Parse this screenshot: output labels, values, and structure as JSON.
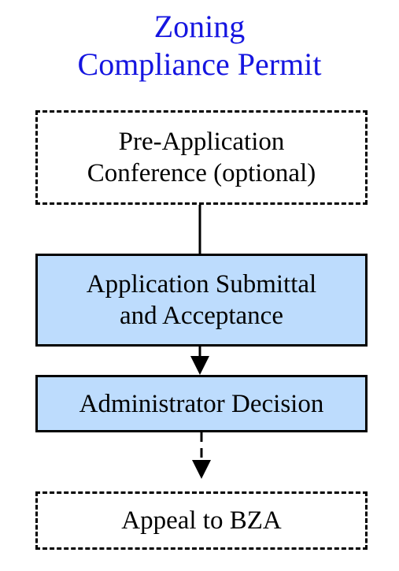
{
  "title": {
    "line1": "Zoning",
    "line2": "Compliance Permit",
    "color": "#1515e0"
  },
  "steps": [
    {
      "line1": "Pre-Application",
      "line2": "Conference (optional)",
      "style": "dashed",
      "fill": "#ffffff"
    },
    {
      "line1": "Application Submittal",
      "line2": "and Acceptance",
      "style": "solid",
      "fill": "#bddcfd"
    },
    {
      "line1": "Administrator Decision",
      "style": "solid",
      "fill": "#bddcfd"
    },
    {
      "line1": "Appeal to BZA",
      "style": "dashed",
      "fill": "#ffffff"
    }
  ],
  "connectors": [
    {
      "from": "pre-application-conference",
      "to": "application-submittal",
      "line": "solid",
      "arrow": false
    },
    {
      "from": "application-submittal",
      "to": "administrator-decision",
      "line": "solid",
      "arrow": true
    },
    {
      "from": "administrator-decision",
      "to": "appeal-to-bza",
      "line": "dashed",
      "arrow": true
    }
  ]
}
